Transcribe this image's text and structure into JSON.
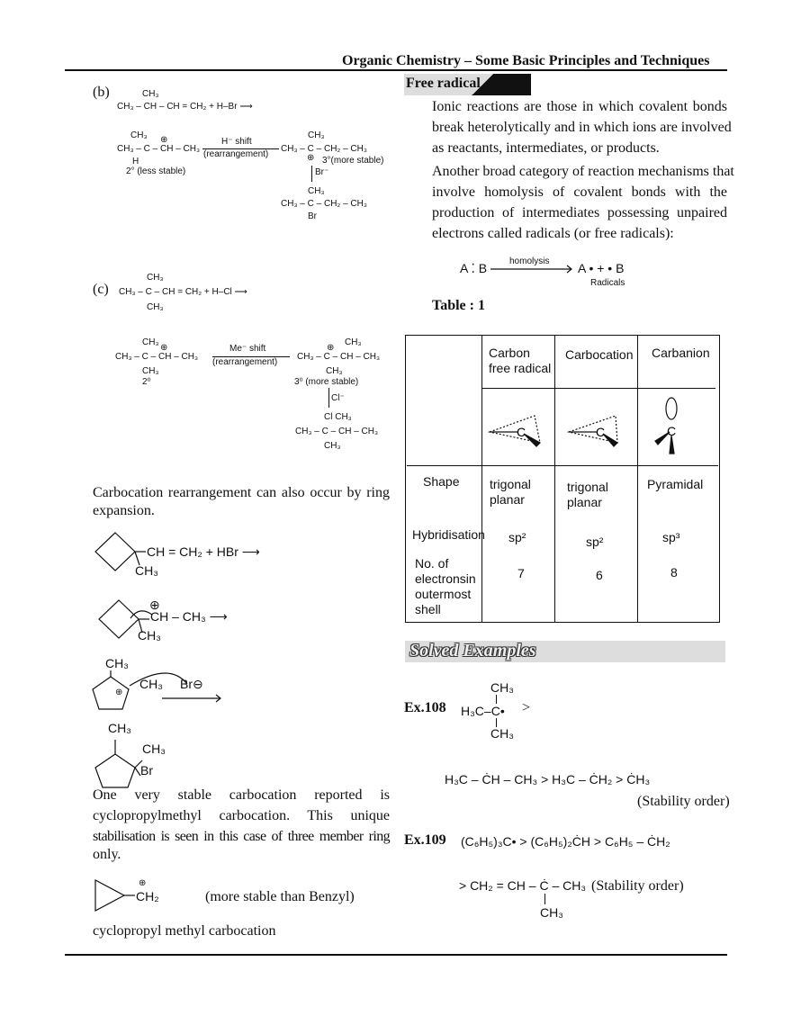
{
  "header": {
    "title": "Organic Chemistry – Some Basic Principles and Techniques"
  },
  "left": {
    "b": {
      "label": "(b)",
      "r1_top": "CH₃",
      "r1": "CH₃ – CH – CH = CH₂ + H–Br ⟶",
      "r2_top": "CH₃",
      "r2_plus": "⊕",
      "r2": "CH₃ – C – CH – CH₃",
      "r2_h": "H",
      "r2_note": "2° (less stable)",
      "shift": "H⁻ shift",
      "rearr": "(rearrangement)",
      "p_top": "CH₃",
      "p": "CH₃ – C – CH₂ – CH₃",
      "p_plus": "⊕",
      "p_note": "3°(more stable)",
      "br": "Br⁻",
      "f_top": "CH₃",
      "f": "CH₃ – C – CH₂ – CH₃",
      "f_bot": "Br"
    },
    "c": {
      "label": "(c)",
      "r1_top": "CH₃",
      "r1": "CH₃ – C – CH = CH₂ + H–Cl ⟶",
      "r1_bot": "CH₃",
      "r2_top": "CH₃",
      "r2_plus": "⊕",
      "r2": "CH₃ – C – CH – CH₃",
      "r2_bot": "CH₃",
      "r2_note": "2⁰",
      "shift": "Me⁻ shift",
      "rearr": "(rearrangement)",
      "p_plus": "⊕",
      "p_top": "CH₃",
      "p": "CH₃ – C – CH – CH₃",
      "p_bot": "CH₃",
      "p_note": "3⁰ (more stable)",
      "cl": "Cl⁻",
      "f_top": "Cl  CH₃",
      "f": "CH₃ – C – CH – CH₃",
      "f_bot": "CH₃"
    },
    "ring_text": [
      "Carbocation rearrangement can also occur by ring",
      "expansion."
    ],
    "ring1": {
      "chain": "CH = CH₂ + HBr ⟶",
      "me": "CH₃"
    },
    "ring2": {
      "plus": "⊕",
      "chain": "CH – CH₃   ⟶",
      "me": "CH₃"
    },
    "ring3": {
      "me1": "CH₃",
      "plus": "⊕",
      "me2": "CH₃",
      "br": "Br⊖"
    },
    "ring4": {
      "me1": "CH₃",
      "me2": "CH₃",
      "br": "Br"
    },
    "cyclo_text": [
      "One very stable carbocation reported is",
      "cyclopropylmethyl carbocation. This unique",
      "stabilisation is seen in this case of three member ring",
      "only."
    ],
    "cyclo": {
      "plus": "⊕",
      "ch2": "CH₂",
      "note": "(more stable than Benzyl)",
      "caption": "cyclopropyl methyl carbocation"
    }
  },
  "right": {
    "section": "Free radical",
    "para1": [
      "Ionic reactions are those in which covalent bonds",
      "break heterolytically and in which ions are involved",
      "as reactants, intermediates, or products."
    ],
    "para2": [
      "Another broad category of reaction mechanisms that",
      "involve homolysis of covalent bonds with the",
      "production of intermediates possessing unpaired",
      "electrons called radicals (or free radicals):"
    ],
    "homolysis": {
      "reactant": "A ⁚ B",
      "label": "homolysis",
      "product": "A •   +   • B",
      "caption": "Radicals"
    },
    "table_title": "Table : 1",
    "table": {
      "headers": [
        "",
        "Carbon free radical",
        "Carbocation",
        "Carbanion"
      ],
      "rows": [
        [
          "Shape",
          "trigonal planar",
          "trigonal planar",
          "Pyramidal"
        ],
        [
          "Hybridisation",
          "sp²",
          "sp²",
          "sp³"
        ],
        [
          "No. of electronsin outermost shell",
          "7",
          "6",
          "8"
        ]
      ]
    },
    "solved": "Solved Examples",
    "ex108": {
      "label": "Ex.108",
      "top": "CH₃",
      "mid": "H₃C–C•",
      "bot": "CH₃",
      "gt": ">",
      "line2": "H₃C – ĊH – CH₃  >  H₃C – ĊH₂  > ĊH₃",
      "note": "(Stability order)"
    },
    "ex109": {
      "label": "Ex.109",
      "line1": "(C₆H₅)₃C• > (C₆H₅)₂ĊH > C₆H₅ – ĊH₂",
      "line2": "> CH₂ = CH – Ċ – CH₃",
      "note": "(Stability order)",
      "bot": "CH₃"
    }
  }
}
